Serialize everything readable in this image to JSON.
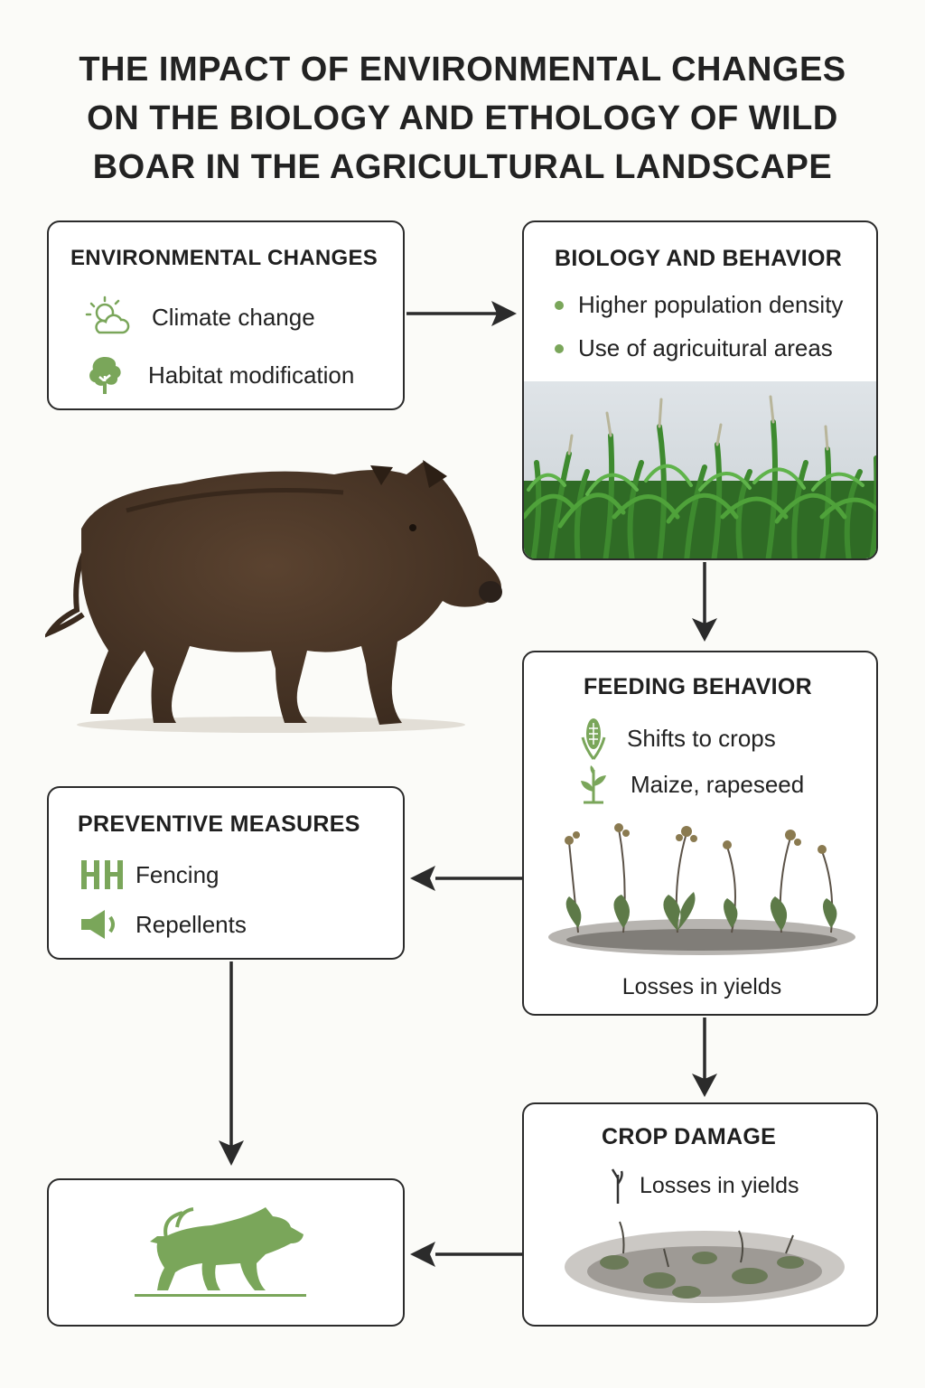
{
  "title": {
    "line1": "THE IMPACT OF ENVIRONMENTAL CHANGES",
    "line2": "ON THE BIOLOGY AND ETHOLOGY OF WILD",
    "line3": "BOAR IN THE AGRICULTURAL LANDSCAPE"
  },
  "env": {
    "heading": "ENVIRONMENTAL CHANGES",
    "items": [
      {
        "label": "Climate change",
        "icon": "sun-cloud-icon"
      },
      {
        "label": "Habitat modification",
        "icon": "tree-icon"
      }
    ]
  },
  "bio": {
    "heading": "BIOLOGY AND BEHAVIOR",
    "items": [
      {
        "label": "Higher population density"
      },
      {
        "label": "Use of agricuitural areas"
      }
    ],
    "image": "maize-field"
  },
  "feeding": {
    "heading": "FEEDING BEHAVIOR",
    "items": [
      {
        "label": "Shifts to crops",
        "icon": "corn-icon"
      },
      {
        "label": "Maize, rapeseed",
        "icon": "plant-icon"
      }
    ],
    "image": "rapeseed-plants",
    "caption": "Losses in yields"
  },
  "prevent": {
    "heading": "PREVENTIVE MEASURES",
    "items": [
      {
        "label": "Fencing",
        "icon": "fence-icon"
      },
      {
        "label": "Repellents",
        "icon": "speaker-icon"
      }
    ]
  },
  "damage": {
    "heading": "CROP DAMAGE",
    "caption": "Losses in yields",
    "image": "damaged-soil"
  },
  "result": {
    "image": "boar-silhouette-icon"
  },
  "colors": {
    "accent_green": "#7aa65a",
    "border": "#2b2b2b",
    "boar_brown": "#4a3424"
  }
}
